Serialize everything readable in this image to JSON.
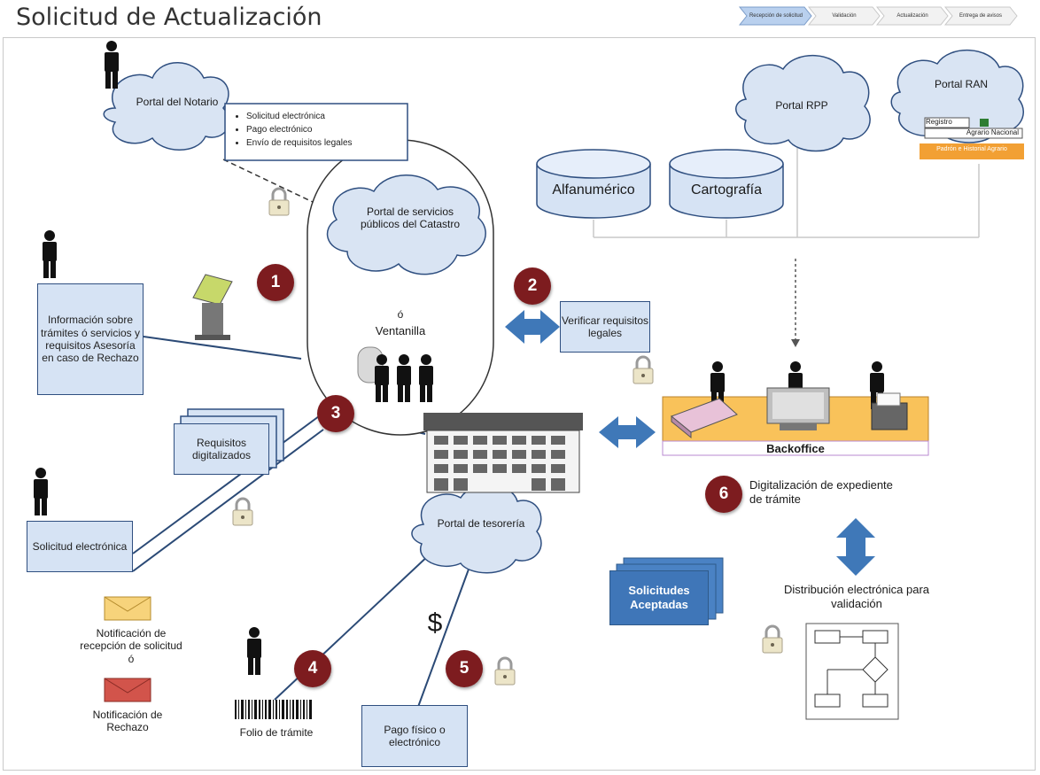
{
  "page": {
    "title": "Solicitud de Actualización"
  },
  "progress_steps": [
    {
      "label": "Recepción de solicitud",
      "active": true
    },
    {
      "label": "Validación",
      "active": false
    },
    {
      "label": "Actualización",
      "active": false
    },
    {
      "label": "Entrega de avisos",
      "active": false
    }
  ],
  "clouds": {
    "notario": "Portal del Notario",
    "servicios": "Portal de servicios públicos del Catastro",
    "rpp": "Portal RPP",
    "ran": "Portal RAN",
    "tesoreria": "Portal de tesorería"
  },
  "notario_notes": [
    "Solicitud electrónica",
    "Pago electrónico",
    "Envío de requisitos legales"
  ],
  "ran_badges": {
    "left": "Registro",
    "right": "Agrario Nacional",
    "bar": "Padrón e Historial Agrario"
  },
  "databases": {
    "alfanumerico": "Alfanumérico",
    "cartografia": "Cartografía"
  },
  "ventanilla": {
    "o": "ó",
    "label": "Ventanilla"
  },
  "boxes": {
    "informacion": "Información sobre trámites ó servicios y requisitos Asesoría en caso de Rechazo",
    "verificar": "Verificar requisitos legales",
    "requisitos": "Requisitos digitalizados",
    "solicitud": "Solicitud electrónica",
    "pago": "Pago físico o electrónico",
    "aceptadas": "Solicitudes Aceptadas"
  },
  "steps": [
    "1",
    "2",
    "3",
    "4",
    "5",
    "6"
  ],
  "labels": {
    "backoffice": "Backoffice",
    "digitalizacion": "Digitalización de expediente de trámite",
    "distribucion": "Distribución electrónica para validación",
    "notif_recepcion": "Notificación de recepción de solicitud ó",
    "notif_rechazo": "Notificación de Rechazo",
    "folio": "Folio de trámite",
    "dollar": "$"
  },
  "colors": {
    "box_fill": "#d6e3f4",
    "box_border": "#2f4f80",
    "step_circle": "#7d1c1f",
    "cloud_fill": "#d9e4f3",
    "arrow": "#3f78b8",
    "backoffice_fill": "#f9c25a",
    "envelope_accept": "#f7d37b",
    "envelope_reject": "#d2544b"
  }
}
